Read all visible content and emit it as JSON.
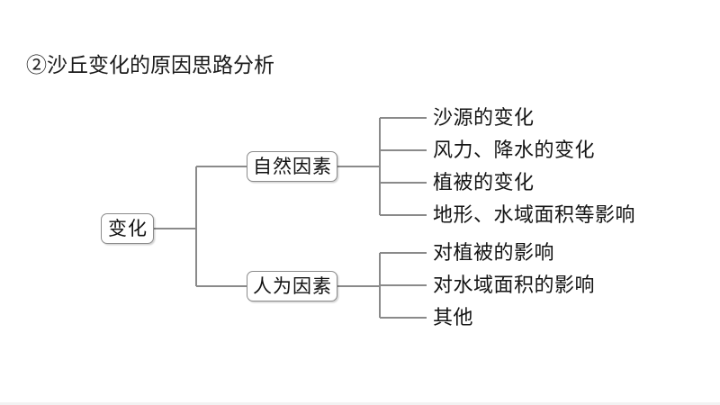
{
  "page": {
    "title": "②沙丘变化的原因思路分析",
    "background_color": "#ffffff",
    "line_color": "#8a8a8a",
    "text_color": "#141414"
  },
  "diagram": {
    "type": "tree",
    "root": {
      "label": "变化"
    },
    "branches": [
      {
        "label": "自然因素",
        "leaves": [
          {
            "label": "沙源的变化"
          },
          {
            "label": "风力、降水的变化"
          },
          {
            "label": "植被的变化"
          },
          {
            "label": "地形、水域面积等影响"
          }
        ]
      },
      {
        "label": "人为因素",
        "leaves": [
          {
            "label": "对植被的影响"
          },
          {
            "label": "对水域面积的影响"
          },
          {
            "label": "其他"
          }
        ]
      }
    ]
  }
}
